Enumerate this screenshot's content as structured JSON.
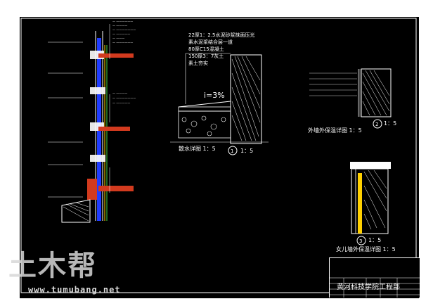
{
  "sections": {
    "left_callouts": [
      "— ——————",
      "— ————",
      "— ———————",
      "— —————",
      "— ———",
      "— ——————"
    ],
    "mid_callouts": [
      "— ————",
      "— ———————",
      "— —————"
    ],
    "drainage": {
      "callouts": [
        "22厚1：2.5水泥砂浆抹面压光",
        "素水泥浆结合层一道",
        "80厚C15混凝土",
        "150厚3：7灰土",
        "素土夯实"
      ],
      "slope": "i=3%",
      "title": "散水详图 1：5",
      "tag": "1：5"
    },
    "exterior_wall": {
      "tag": "1：5",
      "title": "外墙外保温详图 1：5"
    },
    "parapet": {
      "tag": "1：5",
      "title": "女儿墙外保温详图 1：5"
    }
  },
  "title_block": {
    "project": "黄河科技学院工程部"
  },
  "watermark": {
    "logo": "土木帮",
    "url": "www.tumubang.net"
  },
  "colors": {
    "background": "#000000",
    "linework": "#ffffff",
    "brick": "#d23a1e",
    "insulation": "#1f3cff",
    "mesh": "#ffd000",
    "accent_green": "#3fd13f"
  }
}
